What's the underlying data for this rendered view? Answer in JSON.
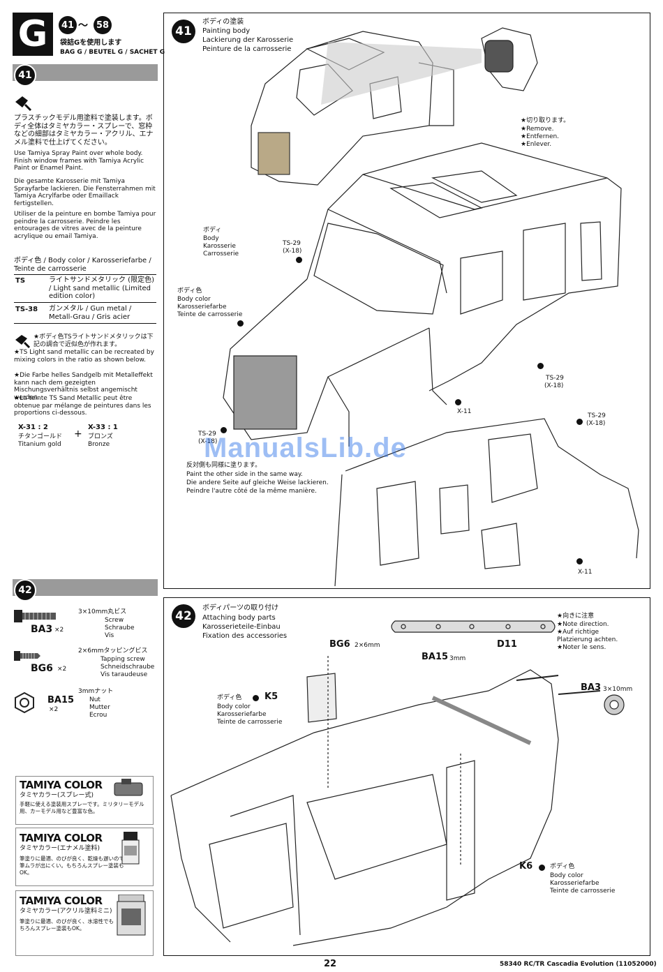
{
  "header": {
    "section_letter": "G",
    "steps_from": "41",
    "steps_tilde": "～",
    "steps_to": "58",
    "bag_jp": "袋詰Gを使用します",
    "bag_multi": "BAG G / BEUTEL G / SACHET G"
  },
  "step41_left": {
    "number": "41",
    "instr_jp": "プラスチックモデル用塗料で塗装します。ボディ全体はタミヤカラー・スプレーで、窓枠などの細部はタミヤカラー・アクリル、エナメル塗料で仕上げてください。",
    "instr_en": "Use Tamiya Spray Paint over whole body. Finish window frames with Tamiya Acrylic Paint or Enamel Paint.",
    "instr_de": "Die gesamte Karosserie mit Tamiya Sprayfarbe lackieren. Die Fensterrahmen mit Tamiya Acrylfarbe oder Emaillack fertigstellen.",
    "instr_fr": "Utiliser de la peinture en bombe Tamiya pour peindre la carrosserie. Peindre les entourages de vitres avec de la peinture acrylique ou email Tamiya.",
    "body_color_head": "ボディ色 / Body color / Karosseriefarbe / Teinte de carrosserie",
    "colors": [
      {
        "code": "TS",
        "desc": "ライトサンドメタリック (限定色) / Light sand metallic (Limited edition color)"
      },
      {
        "code": "TS-38",
        "desc": "ガンメタル / Gun metal / Metall-Grau / Gris acier"
      }
    ],
    "note_jp": "★ボディ色TSライトサンドメタリックは下記の調合で近似色が作れます。",
    "note_en": "★TS Light sand metallic can be recreated by mixing colors in the ratio as shown below.",
    "note_de": "★Die Farbe helles Sandgelb mit Metalleffekt kann nach dem gezeigten Mischungsverhältnis selbst angemischt werden.",
    "note_fr": "★La teinte TS Sand Metallic peut être obtenue par mélange de peintures dans les proportions ci-dessous.",
    "mix": [
      {
        "ratio": "X-31 : 2",
        "name_jp": "チタンゴールド",
        "name": "Titanium gold"
      },
      {
        "ratio": "X-33 : 1",
        "name_jp": "ブロンズ",
        "name": "Bronze"
      }
    ],
    "plus": "+"
  },
  "step41_panel": {
    "number": "41",
    "title_jp": "ボディの塗装",
    "title_en": "Painting body",
    "title_de": "Lackierung der Karosserie",
    "title_fr": "Peinture de la carrosserie",
    "cut_jp": "★切り取ります。",
    "cut_en": "★Remove.",
    "cut_de": "★Entfernen.",
    "cut_fr": "★Enlever.",
    "body_label": [
      "ボディ",
      "Body",
      "Karosserie",
      "Carrosserie"
    ],
    "body_color_label": [
      "ボディ色",
      "Body color",
      "Karosseriefarbe",
      "Teinte de carrosserie"
    ],
    "ts29_a": "TS-29",
    "x18_a": "(X-18)",
    "ts29_b": "TS-29",
    "x18_b": "(X-18)",
    "ts29_c": "TS-29",
    "x18_c": "(X-18)",
    "ts29_d": "TS-29",
    "x18_d": "(X-18)",
    "x11_a": "X-11",
    "x11_b": "X-11",
    "other_side": [
      "反対側も同様に塗ります。",
      "Paint the other side in the same way.",
      "Die andere Seite auf gleiche Weise lackieren.",
      "Peindre l'autre côté de la même manière."
    ]
  },
  "step42_left": {
    "number": "42",
    "parts": [
      {
        "id": "BA3",
        "qty": "×2",
        "desc": [
          "3×10mm丸ビス",
          "Screw",
          "Schraube",
          "Vis"
        ]
      },
      {
        "id": "BG6",
        "qty": "×2",
        "desc": [
          "2×6mmタッピングビス",
          "Tapping screw",
          "Schneidschraube",
          "Vis taraudeuse"
        ]
      },
      {
        "id": "BA15",
        "qty": "×2",
        "desc": [
          "3mmナット",
          "Nut",
          "Mutter",
          "Ecrou"
        ]
      }
    ]
  },
  "step42_panel": {
    "number": "42",
    "title_jp": "ボディパーツの取り付け",
    "title_en": "Attaching body parts",
    "title_de": "Karosserieteile-Einbau",
    "title_fr": "Fixation des accessories",
    "direction": [
      "★向きに注意",
      "★Note direction.",
      "★Auf richtige",
      "Platzierung achten.",
      "★Noter le sens."
    ],
    "bg6": "BG6",
    "bg6_size": "2×6mm",
    "d11": "D11",
    "ba15": "BA15",
    "ba15_size": "3mm",
    "ba3": "BA3",
    "ba3_size": "3×10mm",
    "k5": "K5",
    "k5_color": [
      "ボディ色",
      "Body color",
      "Karosseriefarbe",
      "Teinte de carrosserie"
    ],
    "k6": "K6",
    "k6_color": [
      "ボディ色",
      "Body color",
      "Karosseriefarbe",
      "Teinte de carrosserie"
    ]
  },
  "tamiya_color": [
    {
      "title": "TAMIYA COLOR",
      "sub": "タミヤカラー(スプレー式)",
      "text": "手軽に使える塗装用スプレーです。ミリタリーモデル用、カーモデル用など豊富な色。"
    },
    {
      "title": "TAMIYA COLOR",
      "sub": "タミヤカラー(エナメル塗料)",
      "text": "筆塗りに最適、のびが良く、乾燥も遅いので筆ムラが出にくい。もちろんスプレー塗装もOK。"
    },
    {
      "title": "TAMIYA COLOR",
      "sub": "タミヤカラー(アクリル塗料ミニ)",
      "text": "筆塗りに最適、のびが良く、水溶性でもちろんスプレー塗装もOK。"
    }
  ],
  "footer": {
    "page": "22",
    "code": "58340 RC/TR Cascadia Evolution (11052000)"
  },
  "watermark": "ManualsLib.de"
}
